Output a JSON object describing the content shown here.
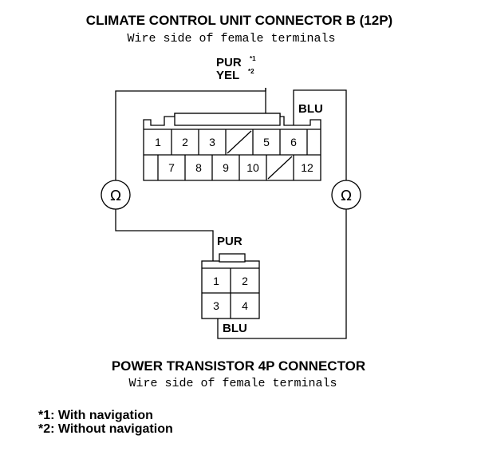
{
  "connector_b": {
    "title": "CLIMATE CONTROL UNIT CONNECTOR B (12P)",
    "subtitle": "Wire side of female terminals",
    "top_row_pins": [
      "1",
      "2",
      "3",
      "",
      "5",
      "6"
    ],
    "bottom_row_pins": [
      "",
      "7",
      "8",
      "9",
      "10",
      "",
      "12"
    ],
    "wire_pur": "PUR",
    "wire_yel": "YEL",
    "sup1": "*1",
    "sup2": "*2",
    "wire_blu": "BLU"
  },
  "meters": {
    "left_symbol": "Ω",
    "right_symbol": "Ω"
  },
  "connector_4p": {
    "wire_pur": "PUR",
    "wire_blu": "BLU",
    "pins": [
      "1",
      "2",
      "3",
      "4"
    ],
    "title": "POWER TRANSISTOR 4P CONNECTOR",
    "subtitle": "Wire side of female terminals"
  },
  "notes": [
    "*1: With navigation",
    "*2: Without navigation"
  ]
}
